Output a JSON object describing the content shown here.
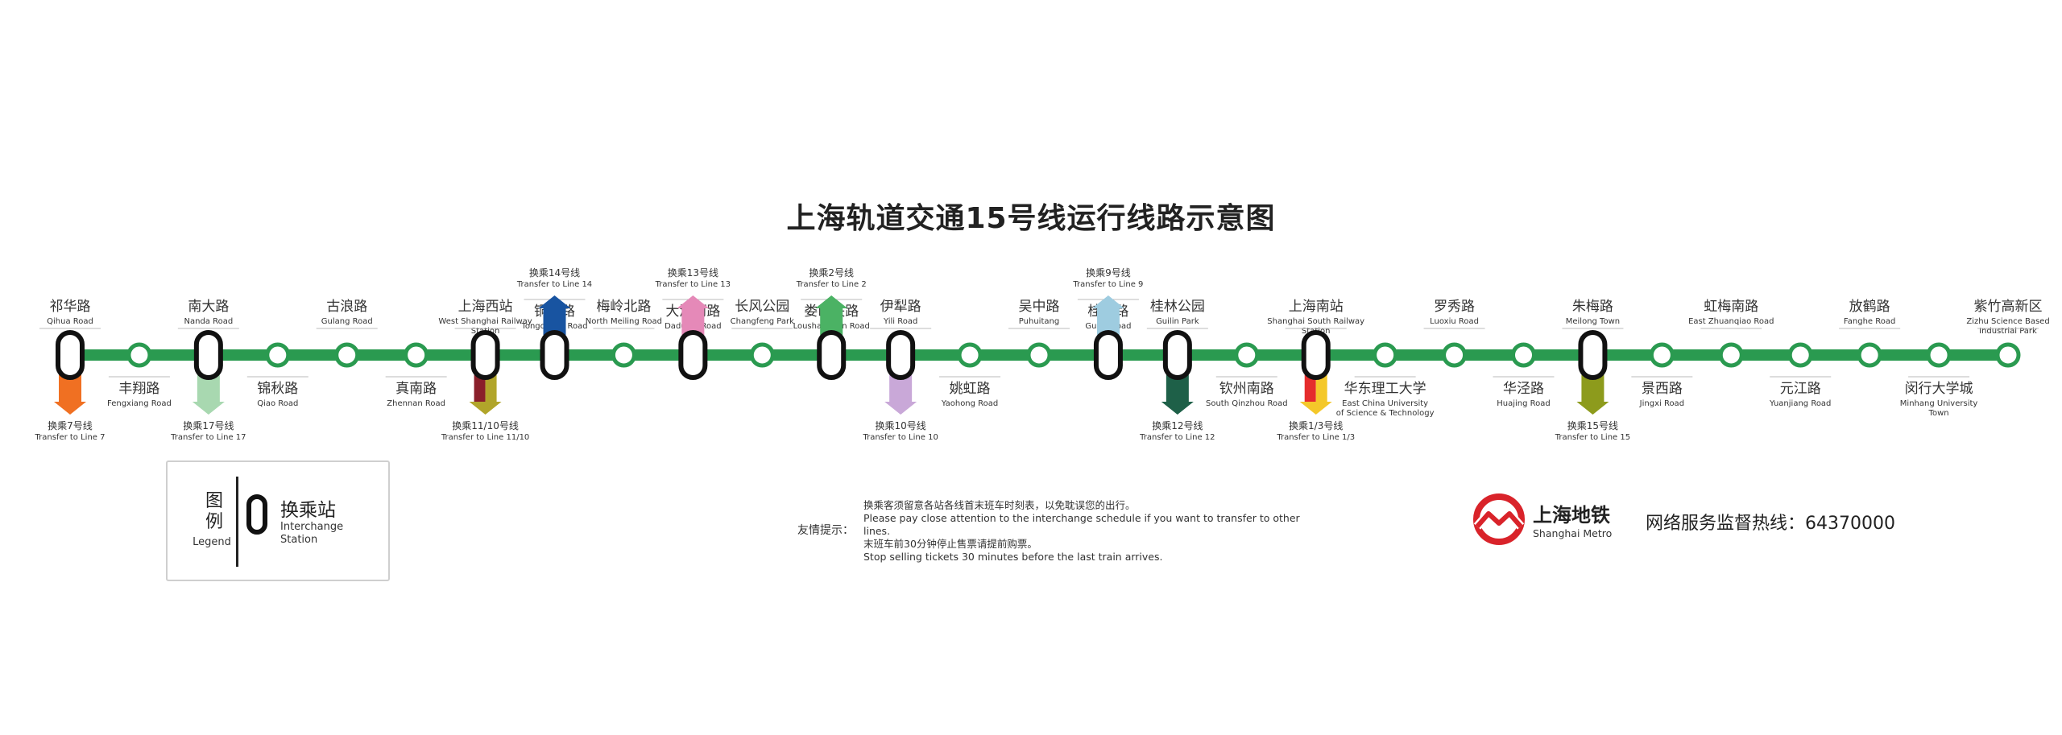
{
  "title": "上海轨道交通15号线运行线路示意图",
  "colors": {
    "line": "#2a9a50",
    "interchange": "#111111"
  },
  "stations": [
    {
      "zh": "祁华路",
      "en": "Qihua Road",
      "interchange": true,
      "transfer": {
        "text": "换乘7号线",
        "en": "Transfer to Line 7",
        "colors": [
          "#f07022"
        ],
        "dir": "down"
      }
    },
    {
      "zh": "丰翔路",
      "en": "Fengxiang Road",
      "interchange": false
    },
    {
      "zh": "南大路",
      "en": "Nanda Road",
      "interchange": true,
      "transfer": {
        "text": "换乘17号线",
        "en": "Transfer to Line 17",
        "colors": [
          "#a8d8b0"
        ],
        "dir": "down"
      }
    },
    {
      "zh": "锦秋路",
      "en": "Qiao Road",
      "interchange": false
    },
    {
      "zh": "古浪路",
      "en": "Gulang Road",
      "interchange": false
    },
    {
      "zh": "真南路",
      "en": "Zhennan Road",
      "interchange": false
    },
    {
      "zh": "上海西站",
      "en": "West Shanghai Railway Station",
      "interchange": true,
      "transfer": {
        "text": "换乘11/10号线",
        "en": "Transfer to Line 11/10",
        "colors": [
          "#8a1f2a",
          "#b1a52a"
        ],
        "dir": "down"
      }
    },
    {
      "zh": "铜川路",
      "en": "Tongchuan Road",
      "interchange": true,
      "transfer": {
        "text": "换乘14号线",
        "en": "Transfer to Line 14",
        "colors": [
          "#1854a1"
        ],
        "dir": "up"
      }
    },
    {
      "zh": "梅岭北路",
      "en": "North Meiling Road",
      "interchange": false
    },
    {
      "zh": "大渡河路",
      "en": "Dadu he Road",
      "interchange": true,
      "transfer": {
        "text": "换乘13号线",
        "en": "Transfer to Line 13",
        "colors": [
          "#e589b8"
        ],
        "dir": "up"
      }
    },
    {
      "zh": "长风公园",
      "en": "Changfeng Park",
      "interchange": false
    },
    {
      "zh": "娄山关路",
      "en": "Loushanguan Road",
      "interchange": true,
      "transfer": {
        "text": "换乘2号线",
        "en": "Transfer to Line 2",
        "colors": [
          "#4bb264"
        ],
        "dir": "up"
      }
    },
    {
      "zh": "伊犁路",
      "en": "Yili Road",
      "interchange": true,
      "transfer": {
        "text": "换乘10号线",
        "en": "Transfer to Line 10",
        "colors": [
          "#c9a8d8"
        ],
        "dir": "down"
      }
    },
    {
      "zh": "姚虹路",
      "en": "Yaohong Road",
      "interchange": false
    },
    {
      "zh": "吴中路",
      "en": "Puhuitang",
      "interchange": false
    },
    {
      "zh": "桂林路",
      "en": "Guilin Road",
      "interchange": true,
      "transfer": {
        "text": "换乘9号线",
        "en": "Transfer to Line 9",
        "colors": [
          "#9ecce0"
        ],
        "dir": "up"
      }
    },
    {
      "zh": "桂林公园",
      "en": "Guilin Park",
      "interchange": true,
      "transfer": {
        "text": "换乘12号线",
        "en": "Transfer to Line 12",
        "colors": [
          "#1e6048"
        ],
        "dir": "down"
      }
    },
    {
      "zh": "钦州南路",
      "en": "South Qinzhou Road",
      "interchange": false
    },
    {
      "zh": "上海南站",
      "en": "Shanghai South Railway Station",
      "interchange": true,
      "transfer": {
        "text": "换乘1/3号线",
        "en": "Transfer to Line 1/3",
        "colors": [
          "#e52c2c",
          "#f4c82a"
        ],
        "dir": "down"
      }
    },
    {
      "zh": "华东理工大学",
      "en": "East China University of Science & Technology",
      "interchange": false
    },
    {
      "zh": "罗秀路",
      "en": "Luoxiu Road",
      "interchange": false
    },
    {
      "zh": "华泾路",
      "en": "Huajing Road",
      "interchange": false
    },
    {
      "zh": "朱梅路",
      "en": "Meilong Town",
      "interchange": true,
      "transfer": {
        "text": "换乘15号线",
        "en": "Transfer to Line 15",
        "colors": [
          "#8d9b1c"
        ],
        "dir": "down"
      }
    },
    {
      "zh": "景西路",
      "en": "Jingxi Road",
      "interchange": false
    },
    {
      "zh": "虹梅南路",
      "en": "East Zhuanqiao Road",
      "interchange": false
    },
    {
      "zh": "元江路",
      "en": "Yuanjiang Road",
      "interchange": false
    },
    {
      "zh": "放鹤路",
      "en": "Fanghe Road",
      "interchange": false
    },
    {
      "zh": "闵行大学城",
      "en": "Minhang University Town",
      "interchange": false
    },
    {
      "zh": "紫竹高新区",
      "en": "Zizhu Science Based Industrial Park",
      "interchange": false
    }
  ],
  "legend": {
    "zh1": "图",
    "zh2": "例",
    "en": "Legend",
    "item_zh": "换乘站",
    "item_en": "Interchange Station"
  },
  "tips": {
    "label": "友情提示：",
    "line1": "换乘客须留意各站各线首末班车时刻表，以免耽误您的出行。",
    "line2": "Please pay close attention to the interchange schedule if you want to transfer to other lines.",
    "line3": "末班车前30分钟停止售票请提前购票。",
    "line4": "Stop selling tickets 30 minutes before the last train arrives."
  },
  "brand": {
    "zh": "上海地铁",
    "en": "Shanghai Metro",
    "logo_icon": "shanghai-metro-logo-icon"
  },
  "hotline": "网络服务监督热线：64370000"
}
